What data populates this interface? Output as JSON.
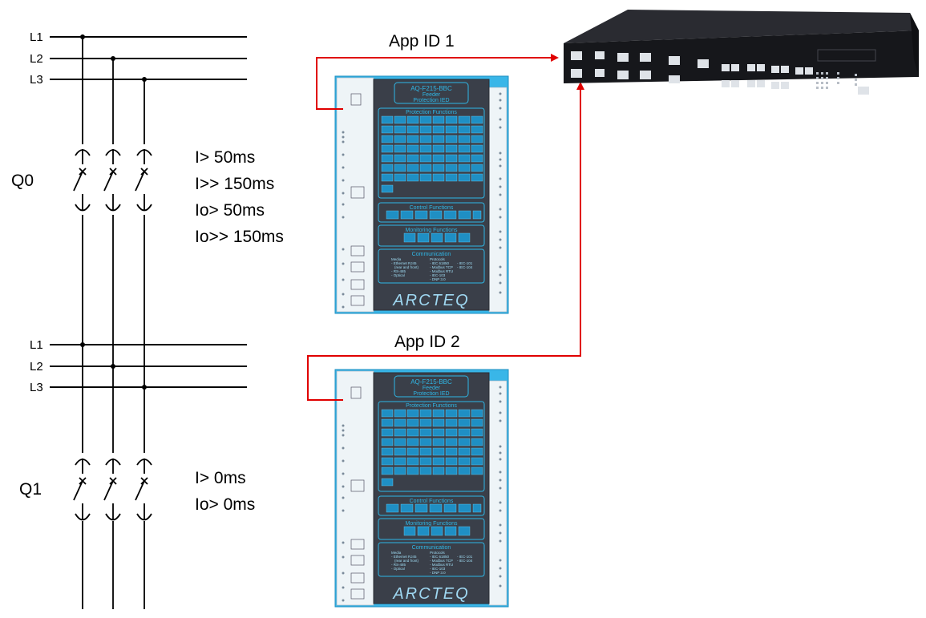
{
  "busbars": {
    "upper": [
      "L1",
      "L2",
      "L3"
    ],
    "lower": [
      "L1",
      "L2",
      "L3"
    ]
  },
  "breakers": {
    "q0": {
      "label": "Q0",
      "settings": [
        "I> 50ms",
        "I>> 150ms",
        "Io> 50ms",
        "Io>> 150ms"
      ]
    },
    "q1": {
      "label": "Q1",
      "settings": [
        "I> 0ms",
        "Io> 0ms"
      ]
    }
  },
  "links": {
    "app_id_1": "App ID 1",
    "app_id_2": "App ID 2"
  },
  "ied": {
    "model": "AQ-F215-BBC",
    "type_line1": "Feeder",
    "type_line2": "Protection IED",
    "protection_title": "Protection Functions",
    "control_title": "Control Functions",
    "monitoring_title": "Monitoring Functions",
    "communication_title": "Communication",
    "media_title": "Media",
    "media_items": [
      "- Ethernet RJ45",
      "(rear and front)",
      "- RS-485",
      "- Optical"
    ],
    "protocols_title": "Protocols",
    "protocol_items": [
      "- IEC 61850",
      "- Modbus TCP",
      "- Modbus RTU",
      "- IEC-103",
      "- DNP 3.0"
    ],
    "protocol_items_2": [
      "- IEC-101",
      "- IEC-104"
    ],
    "logo": "ARCTEQ",
    "colors": {
      "panel": "#3a3f49",
      "frame": "#39b6e8",
      "accent": "#2fb7e6"
    }
  },
  "colors": {
    "link_line": "#e00000",
    "lines": "#000000"
  },
  "switch": {
    "icon": "ethernet-switch-icon",
    "color": "#1c1d21"
  }
}
